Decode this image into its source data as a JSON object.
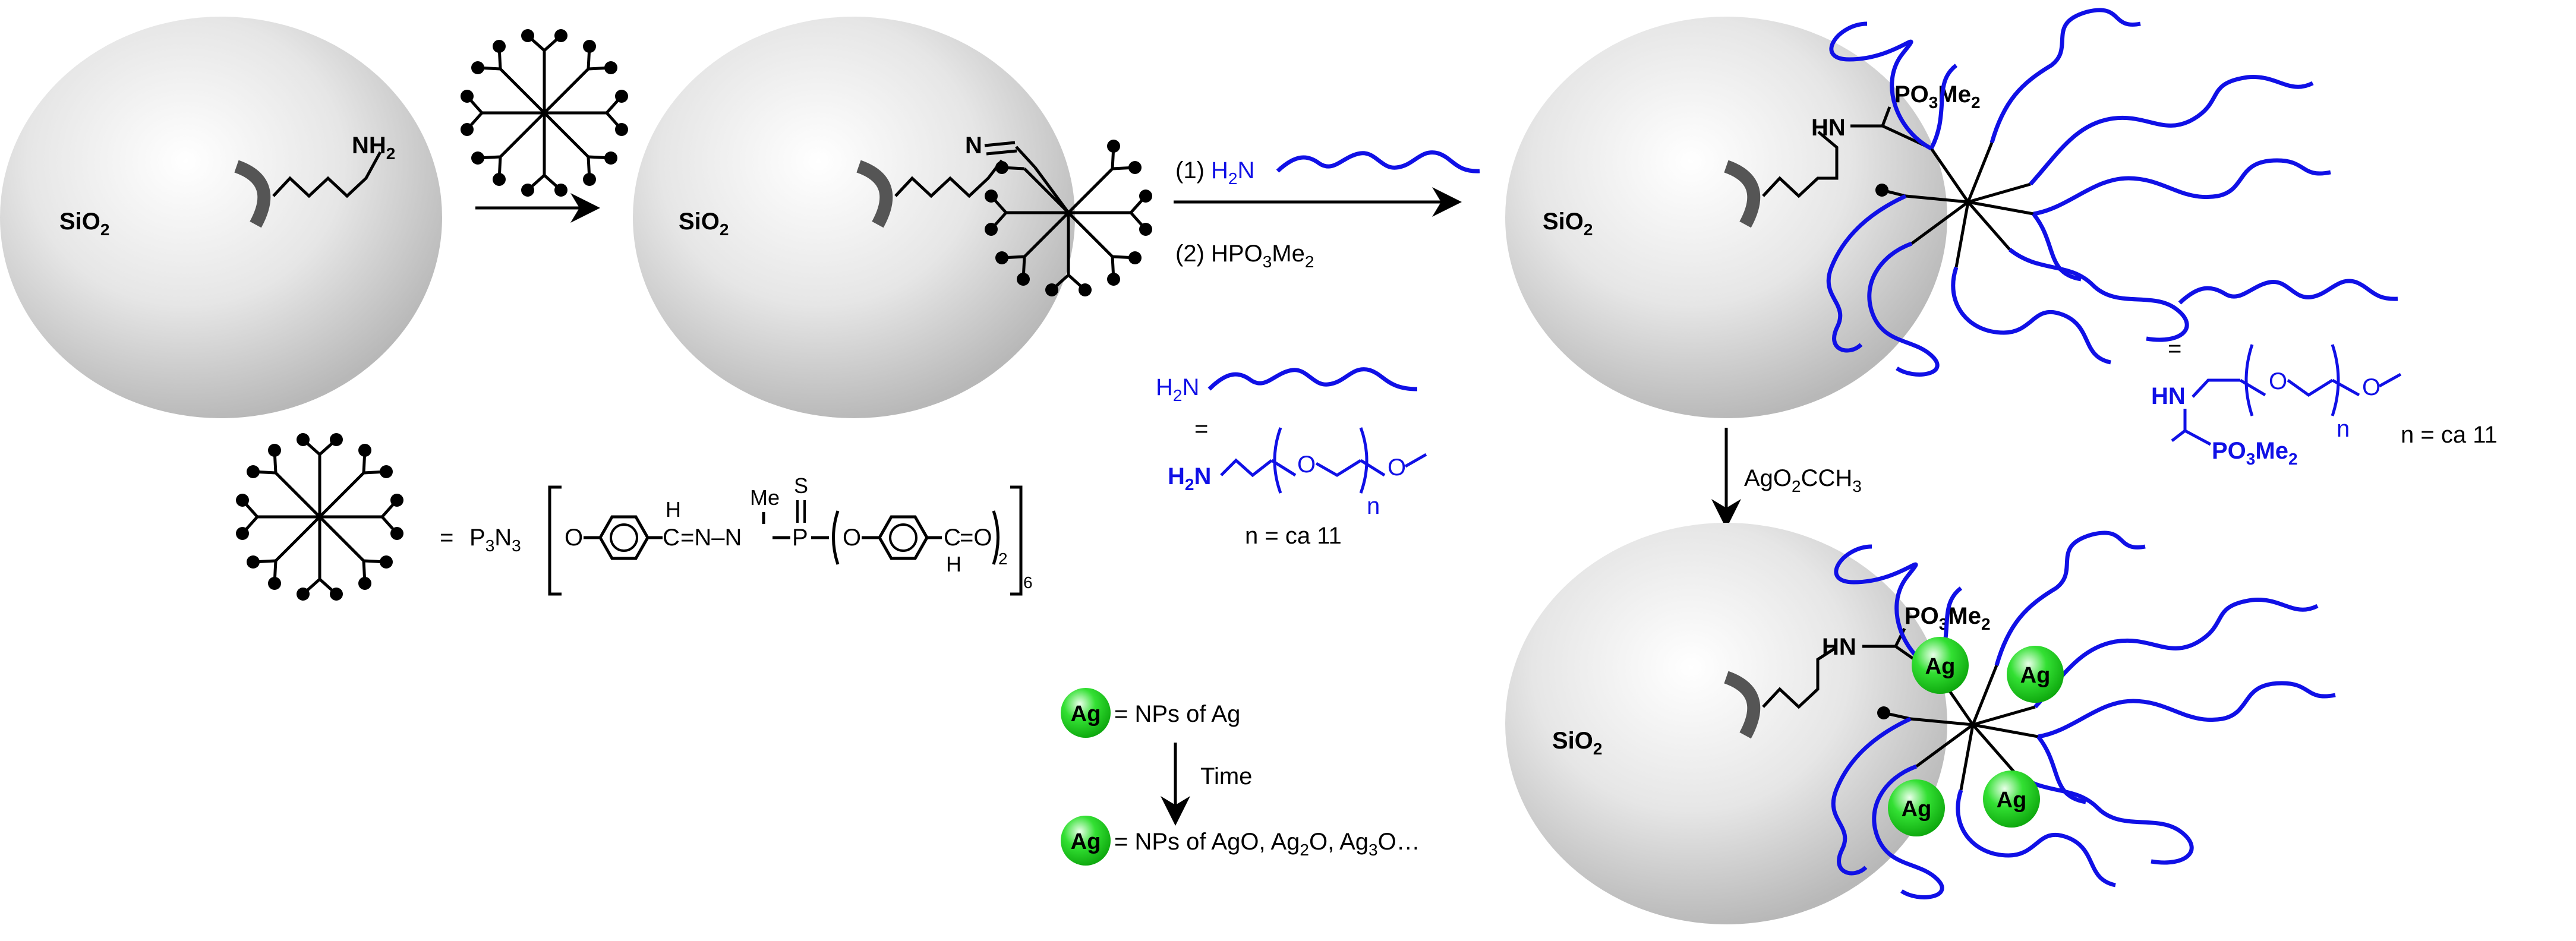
{
  "labels": {
    "sio2": "SiO",
    "sio2_sub": "2",
    "nh2": "NH",
    "nh2_sub": "2",
    "imine_n": "N",
    "hn": "HN",
    "po3me2_a": "PO",
    "po3me2_sub": "3",
    "po3me2_b": "Me",
    "po3me2_sub2": "2",
    "ag": "Ag"
  },
  "steps": {
    "reagent1_prefix": "(1) ",
    "reagent1_h": "H",
    "reagent1_sub": "2",
    "reagent1_n": "N",
    "reagent2_prefix": "(2) HPO",
    "reagent2_sub": "3",
    "reagent2_suffix": "Me",
    "reagent2_sub2": "2",
    "silver_reagent_a": "AgO",
    "silver_reagent_sub": "2",
    "silver_reagent_b": "CCH",
    "silver_reagent_sub2": "3"
  },
  "dendrimer_formula": {
    "eq": "=",
    "p3n3_a": "P",
    "p3n3_sub1": "3",
    "p3n3_b": "N",
    "p3n3_sub2": "3",
    "o": "O",
    "h": "H",
    "n_eq_n": "=N–N",
    "me": "Me",
    "s": "S",
    "p": "P",
    "cho_c": "C",
    "cho_o": "=O",
    "sub2": "2",
    "sub6": "6"
  },
  "peg_definition": {
    "h2n_h": "H",
    "h2n_sub": "2",
    "h2n_n": "N",
    "eq": "=",
    "nh2_h": "H",
    "nh2_sub": "2",
    "nh2_n": "N",
    "o": "O",
    "n_sub": "n",
    "n_ca": "n = ca 11"
  },
  "phosphonate_definition": {
    "eq": "=",
    "hn": "HN",
    "o": "O",
    "po_a": "PO",
    "po_sub": "3",
    "po_b": "Me",
    "po_sub2": "2",
    "n_sub": "n",
    "n_ca": "n = ca 11"
  },
  "legend": {
    "ag": "Ag",
    "item1": "= NPs of Ag",
    "time": "Time",
    "item2_a": "= NPs of AgO, Ag",
    "item2_sub1": "2",
    "item2_b": "O, Ag",
    "item2_sub2": "3",
    "item2_c": "O…"
  },
  "colors": {
    "sphere": "#d8d8d8",
    "peg": "#1010e6",
    "silver_np": "#22dd22"
  }
}
